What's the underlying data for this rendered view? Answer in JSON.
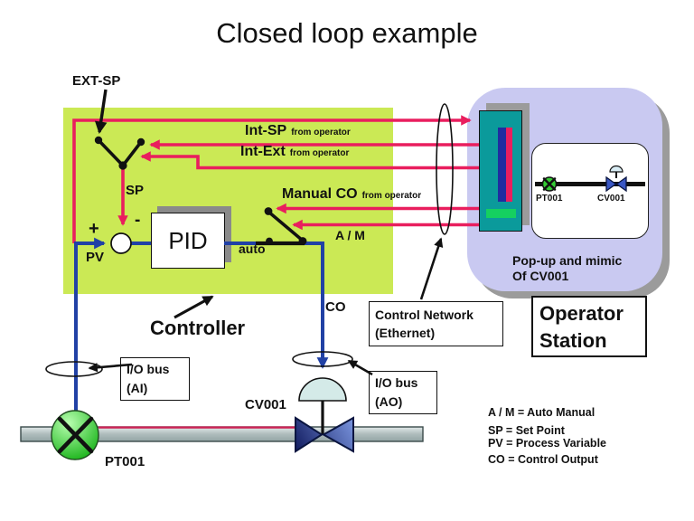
{
  "title": "Closed loop example",
  "controller": {
    "label": "Controller",
    "ext_sp": "EXT-SP",
    "sp": "SP",
    "pv": "PV",
    "co": "CO",
    "auto": "auto",
    "plus": "+",
    "minus": "-",
    "pid": "PID",
    "signals": {
      "int_sp": "Int-SP",
      "int_sp_sub": "from operator",
      "int_ext": "Int-Ext",
      "int_ext_sub": "from operator",
      "manual_co": "Manual CO",
      "manual_co_sub": "from operator",
      "am": "A / M"
    }
  },
  "network": {
    "box_line1": "Control Network",
    "box_line2": "(Ethernet)"
  },
  "operator_station": {
    "box_line1": "Operator",
    "box_line2": "Station",
    "popup_line1": "Pop-up and mimic",
    "popup_line2": "Of CV001",
    "mimic": {
      "pt": "PT001",
      "cv": "CV001"
    }
  },
  "io": {
    "ai_line1": "I/O bus",
    "ai_line2": "(AI)",
    "ao_line1": "I/O bus",
    "ao_line2": "(AO)"
  },
  "field": {
    "pt": "PT001",
    "cv": "CV001"
  },
  "legend": [
    "A / M = Auto Manual",
    "SP = Set Point",
    "PV = Process Variable",
    "CO = Control Output"
  ],
  "colors": {
    "controller_bg": "#cbe955",
    "signal_pink": "#e91e5e",
    "signal_blue": "#2141a5",
    "station_bg": "#c9c9f1",
    "faceplate_teal": "#0b9a9b",
    "faceplate_bar_blue": "#1f2ca0",
    "faceplate_bar_green": "#15d060",
    "pt_green": "#2ebf2e",
    "valve_blue": "#2a3f9e",
    "shadow_gray": "#9b9b9b"
  }
}
